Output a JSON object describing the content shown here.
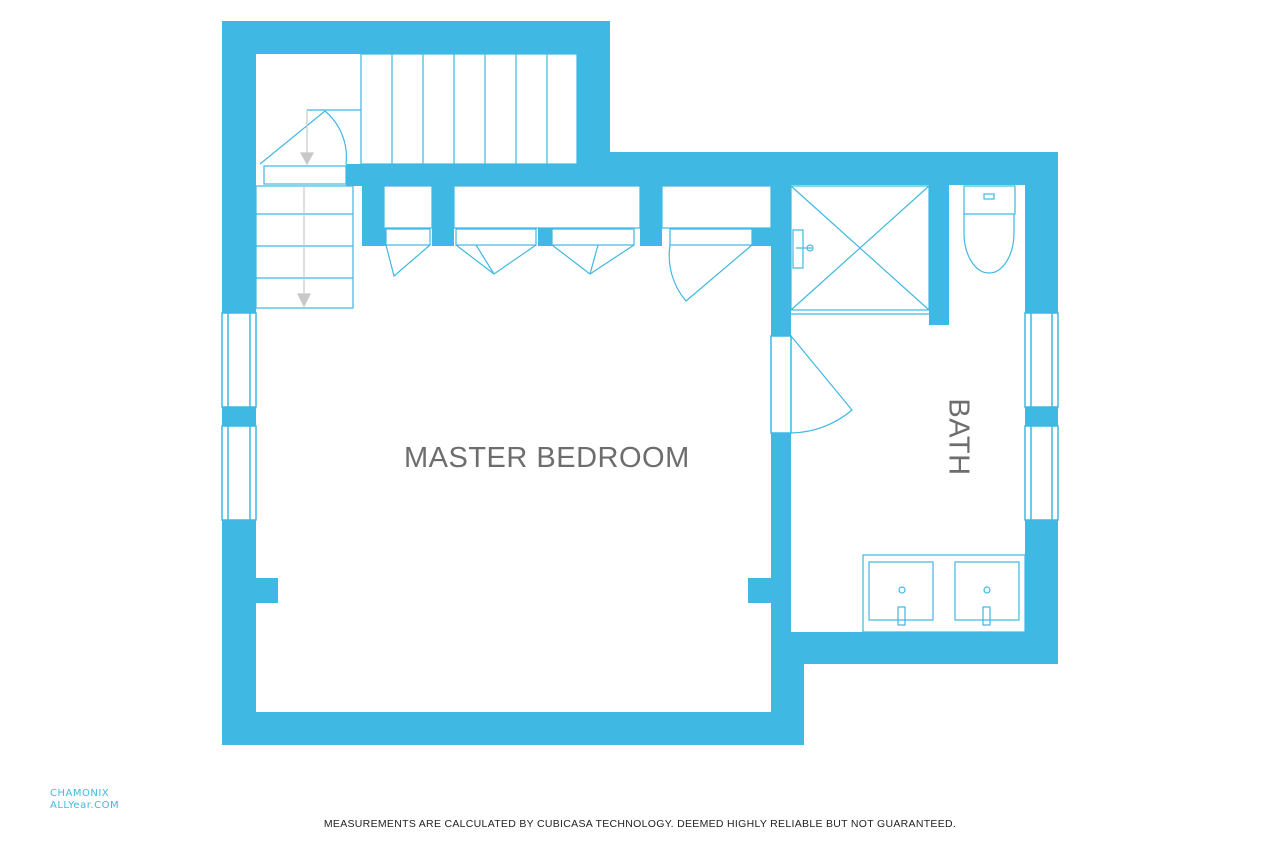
{
  "rooms": {
    "master_bedroom": "MASTER BEDROOM",
    "bath": "BATH"
  },
  "footer": {
    "disclaimer": "MEASUREMENTS ARE CALCULATED BY CUBICASA TECHNOLOGY. DEEMED HIGHLY RELIABLE BUT NOT GUARANTEED.",
    "logo_line1": "CHAMONIX",
    "logo_line2": "ALLYear.COM"
  },
  "colors": {
    "wall": "#3fb8e3",
    "fixture_line": "#3fb8e3",
    "arrow": "#c8c8c8",
    "label": "#6d6d6d",
    "background": "#ffffff"
  },
  "icons": [
    "stair-down-arrow-icon",
    "door-swing-icon",
    "toilet-icon",
    "sink-icon",
    "shower-icon",
    "window-icon"
  ]
}
